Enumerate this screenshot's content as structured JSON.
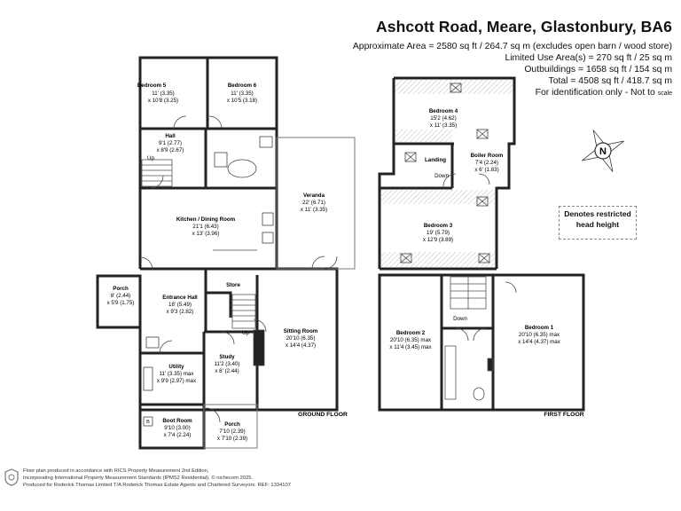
{
  "header": {
    "title": "Ashcott Road, Meare, Glastonbury, BA6",
    "approx_area": "Approximate Area = 2580 sq ft / 264.7 sq m (excludes open barn / wood store)",
    "limited_use": "Limited Use Area(s) = 270 sq ft / 25 sq m",
    "outbuildings": "Outbuildings = 1658 sq ft / 154 sq m",
    "total": "Total = 4508 sq ft / 418.7 sq m",
    "identification_main": "For identification only - Not to",
    "identification_small": "scale"
  },
  "compass_letter": "N",
  "legend": {
    "restricted": "Denotes restricted head height"
  },
  "floor_labels": {
    "ground": "GROUND FLOOR",
    "first": "FIRST FLOOR"
  },
  "rooms": {
    "bedroom5": {
      "name": "Bedroom 5",
      "d1": "11' (3.35)",
      "d2": "x 10'8 (3.25)"
    },
    "bedroom6": {
      "name": "Bedroom 6",
      "d1": "11' (3.35)",
      "d2": "x 10'5 (3.18)"
    },
    "hall": {
      "name": "Hall",
      "d1": "9'1 (2.77)",
      "d2": "x 8'9 (2.67)"
    },
    "veranda": {
      "name": "Veranda",
      "d1": "22' (6.71)",
      "d2": "x 11' (3.35)"
    },
    "kitchen": {
      "name": "Kitchen / Dining Room",
      "d1": "21'1 (6.43)",
      "d2": "x 13' (3.96)"
    },
    "porch1": {
      "name": "Porch",
      "d1": "8' (2.44)",
      "d2": "x 5'9 (1.75)"
    },
    "entrance": {
      "name": "Entrance Hall",
      "d1": "18' (5.49)",
      "d2": "x 9'3 (2.82)"
    },
    "store": {
      "name": "Store"
    },
    "sitting": {
      "name": "Sitting Room",
      "d1": "20'10 (6.35)",
      "d2": "x 14'4 (4.37)"
    },
    "study": {
      "name": "Study",
      "d1": "11'2 (3.40)",
      "d2": "x 8' (2.44)"
    },
    "utility": {
      "name": "Utility",
      "d1": "11' (3.35) max",
      "d2": "x 9'9 (2.97) max"
    },
    "bootroom": {
      "name": "Boot Room",
      "d1": "9'10 (3.00)",
      "d2": "x 7'4 (2.24)"
    },
    "porch2": {
      "name": "Porch",
      "d1": "7'10 (2.39)",
      "d2": "x 7'10 (2.39)"
    },
    "bedroom4": {
      "name": "Bedroom 4",
      "d1": "15'2 (4.62)",
      "d2": "x 11' (3.35)"
    },
    "boiler": {
      "name": "Boiler Room",
      "d1": "7'4 (2.24)",
      "d2": "x 6' (1.83)"
    },
    "landing": {
      "name": "Landing"
    },
    "bedroom3": {
      "name": "Bedroom 3",
      "d1": "19' (5.79)",
      "d2": "x 12'9 (3.89)"
    },
    "bedroom2": {
      "name": "Bedroom 2",
      "d1": "20'10 (6.35) max",
      "d2": "x 11'4 (3.45) max"
    },
    "bedroom1": {
      "name": "Bedroom 1",
      "d1": "20'10 (6.35) max",
      "d2": "x 14'4 (4.37) max"
    }
  },
  "stair_labels": {
    "up_hall": "Up",
    "up_entrance": "Up",
    "down_landing": "Down",
    "down_first": "Down"
  },
  "appliance_letter": "B",
  "footer": {
    "line1": "Floor plan produced in accordance with RICS Property Measurement 2nd Edition,",
    "line2": "Incorporating International Property Measurement Standards (IPMS2 Residential). © nichecom 2025.",
    "line3": "Produced for Roderick Thomas Limited T/A Roderick Thomas Estate Agents and Chartered Surveyors.   REF: 1334107"
  }
}
